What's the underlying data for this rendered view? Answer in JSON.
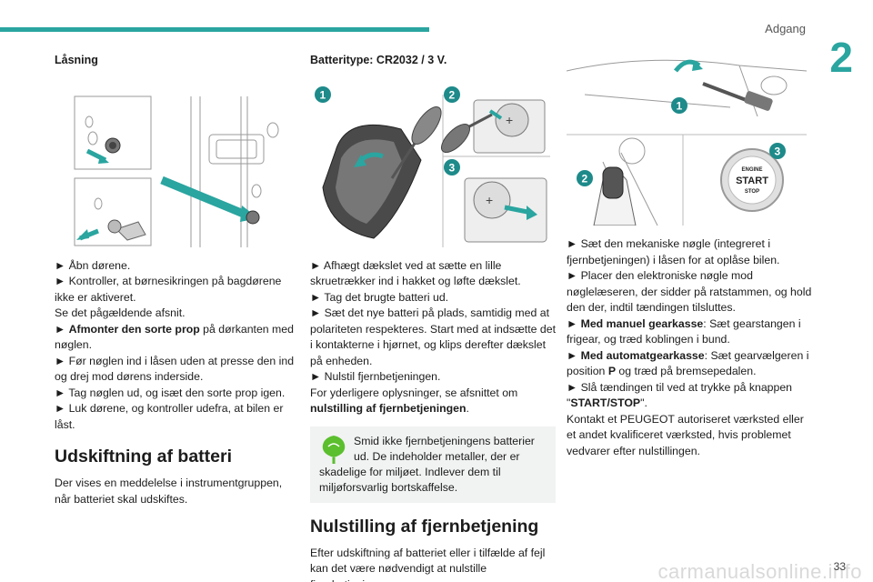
{
  "header": {
    "section_title": "Adgang",
    "chapter": "2"
  },
  "footer": {
    "page_number": "33",
    "watermark": "carmanualsonline.info"
  },
  "col1": {
    "heading": "Låsning",
    "p1": "► Åbn dørene.",
    "p2": "► Kontroller, at børnesikringen på bagdørene ikke er aktiveret.",
    "p3": "Se det pågældende afsnit.",
    "p4_prefix": "► ",
    "p4_bold": "Afmonter den sorte prop",
    "p4_rest": " på dørkanten med nøglen.",
    "p5": "► Før nøglen ind i låsen uden at presse den ind og drej mod dørens inderside.",
    "p6": "► Tag nøglen ud, og isæt den sorte prop igen.",
    "p7": "► Luk dørene, og kontroller udefra, at bilen er låst.",
    "h2": "Udskiftning af batteri",
    "p8": "Der vises en meddelelse i instrumentgruppen, når batteriet skal udskiftes."
  },
  "col2": {
    "heading": "Batteritype: CR2032 / 3 V.",
    "step_labels": [
      "1",
      "2",
      "3"
    ],
    "p1": "► Afhægt dækslet ved at sætte en lille skruetrækker ind i hakket og løfte dækslet.",
    "p2": "► Tag det brugte batteri ud.",
    "p3": "► Sæt det nye batteri på plads, samtidig med at polariteten respekteres. Start med at indsætte det i kontakterne i hjørnet, og klips derefter dækslet på enheden.",
    "p4": "► Nulstil fjernbetjeningen.",
    "p5_prefix": "For yderligere oplysninger, se afsnittet om ",
    "p5_bold": "nulstilling af fjernbetjeningen",
    "p5_suffix": ".",
    "note": "Smid ikke fjernbetjeningens batterier ud. De indeholder metaller, der er skadelige for miljøet. Indlever dem til miljøforsvarlig bortskaffelse.",
    "h2": "Nulstilling af fjernbetjening",
    "p6": "Efter udskiftning af batteriet eller i tilfælde af fejl kan det være nødvendigt at nulstille fjernbetjeningen."
  },
  "col3": {
    "step_labels": [
      "1",
      "2",
      "3"
    ],
    "button_line1": "ENGINE",
    "button_line2": "START",
    "button_line3": "STOP",
    "p1": "► Sæt den mekaniske nøgle (integreret i fjernbetjeningen) i låsen for at oplåse bilen.",
    "p2": "► Placer den elektroniske nøgle mod nøglelæseren, der sidder på ratstammen, og hold den der, indtil tændingen tilsluttes.",
    "p3_prefix": "► ",
    "p3_bold": "Med manuel gearkasse",
    "p3_rest": ": Sæt gearstangen i frigear, og træd koblingen i bund.",
    "p4_prefix": "► ",
    "p4_bold": "Med automatgearkasse",
    "p4_rest_a": ": Sæt gearvælgeren i position ",
    "p4_bold2": "P",
    "p4_rest_b": " og træd på bremsepedalen.",
    "p5_prefix": "► Slå tændingen til ved at trykke på knappen \"",
    "p5_bold": "START/STOP",
    "p5_suffix": "\".",
    "p6": "Kontakt et PEUGEOT autoriseret værksted eller et andet kvalificeret værksted, hvis problemet vedvarer efter nulstillingen."
  },
  "colors": {
    "accent": "#2aa5a0",
    "note_bg": "#f1f2f2",
    "leaf": "#5bbf2e",
    "marker": "#1e8a8a"
  },
  "icons": {
    "leaf": "leaf-icon",
    "arrow": "arrow-icon"
  }
}
